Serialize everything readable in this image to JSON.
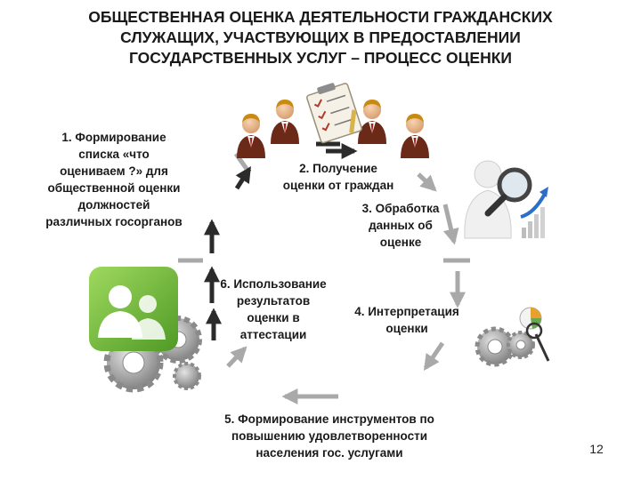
{
  "slide": {
    "title_lines": [
      "ОБЩЕСТВЕННАЯ ОЦЕНКА ДЕЯТЕЛЬНОСТИ ГРАЖДАНСКИХ",
      "СЛУЖАЩИХ, УЧАСТВУЮЩИХ В ПРЕДОСТАВЛЕНИИ",
      "ГОСУДАРСТВЕННЫХ УСЛУГ – ПРОЦЕСС ОЦЕНКИ"
    ],
    "page_number": "12"
  },
  "steps": [
    {
      "lines": [
        "1. Формирование",
        "списка «что",
        "оцениваем ?» для",
        "общественной оценки",
        "должностей",
        "различных госорганов"
      ]
    },
    {
      "lines": [
        "2. Получение",
        "оценки от граждан"
      ]
    },
    {
      "lines": [
        "3. Обработка",
        "данных об",
        "оценке"
      ]
    },
    {
      "lines": [
        "4. Интерпретация",
        "оценки"
      ]
    },
    {
      "lines": [
        "5. Формирование инструментов по",
        "повышению удовлетворенности",
        "населения гос. услугами"
      ]
    },
    {
      "lines": [
        "6. Использование",
        "результатов",
        "оценки в",
        "аттестации"
      ]
    }
  ],
  "icons": {
    "people_group": "citizens-group-icon",
    "checklist": "clipboard-checklist-icon",
    "magnifier": "person-with-magnifier-icon",
    "growth_chart": "growth-chart-icon",
    "gears_chart": "gears-with-pie-chart-icon",
    "gears_people": "gears-with-people-badge-icon"
  },
  "colors": {
    "suit": "#6b2a17",
    "arrow_gray": "#a9a9a9",
    "arrow_dark": "#2b2b2b",
    "green_badge": "#7cc242",
    "gear": "#9a9a9a"
  }
}
